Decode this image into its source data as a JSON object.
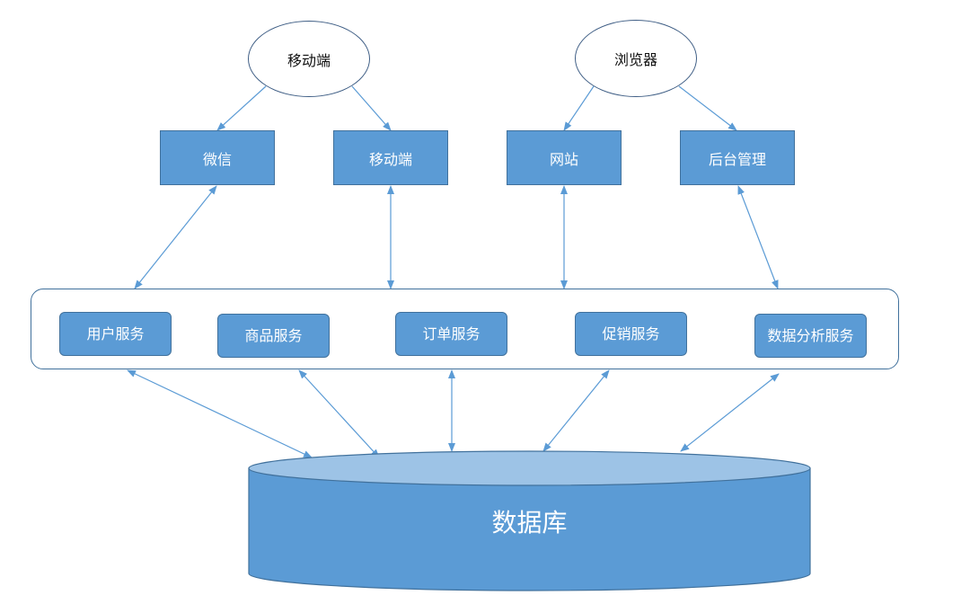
{
  "clients": {
    "mobile": "移动端",
    "browser": "浏览器"
  },
  "channels": [
    "微信",
    "移动端",
    "网站",
    "后台管理"
  ],
  "services": [
    "用户服务",
    "商品服务",
    "订单服务",
    "促销服务",
    "数据分析服务"
  ],
  "database": "数据库",
  "colors": {
    "box_fill": "#5b9bd5",
    "box_border": "#41719c",
    "db_top": "#9dc3e6",
    "arrow": "#5b9bd5"
  }
}
